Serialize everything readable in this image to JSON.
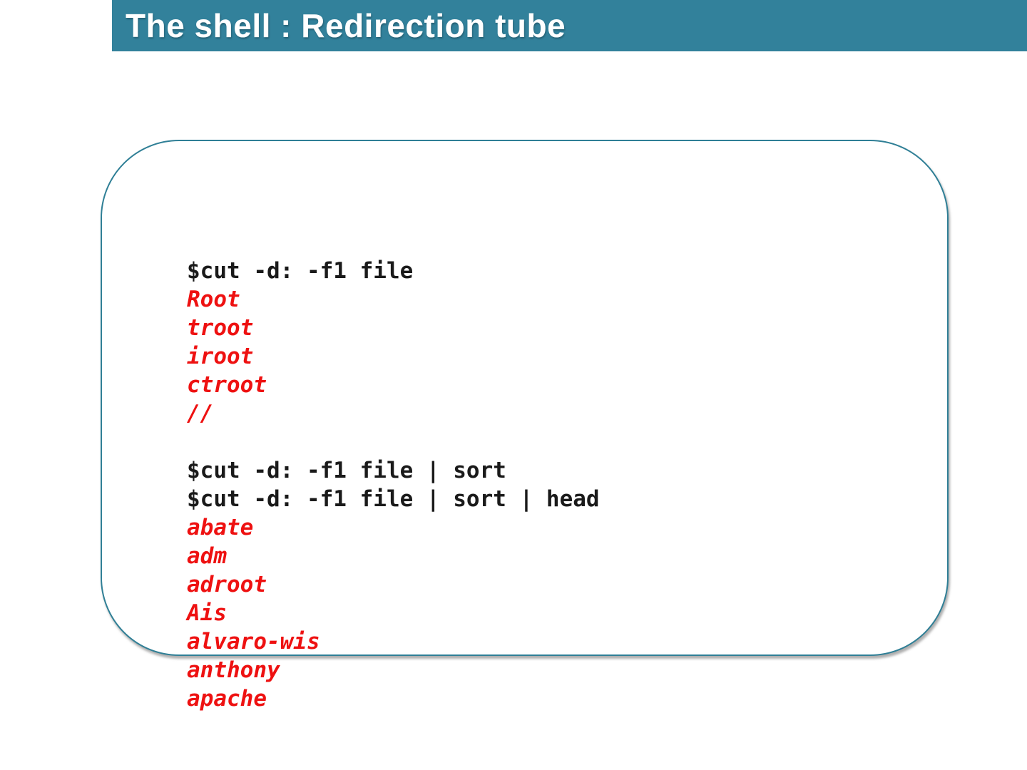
{
  "slide": {
    "title": "The shell : Redirection tube"
  },
  "colors": {
    "header_bg": "#32819b",
    "header_text": "#ffffff",
    "box_border": "#2f7f96",
    "command_text": "#1a1a1a",
    "output_text": "#ee1111",
    "page_bg": "#ffffff"
  },
  "terminal": {
    "lines": [
      {
        "text": "$cut -d: -f1 file",
        "type": "cmd"
      },
      {
        "text": "Root",
        "type": "out"
      },
      {
        "text": "troot",
        "type": "out"
      },
      {
        "text": "iroot",
        "type": "out"
      },
      {
        "text": "ctroot",
        "type": "out"
      },
      {
        "text": "//",
        "type": "out"
      },
      {
        "text": "",
        "type": "blank"
      },
      {
        "text": "$cut -d: -f1 file | sort",
        "type": "cmd"
      },
      {
        "text": "$cut -d: -f1 file | sort | head",
        "type": "cmd"
      },
      {
        "text": "abate",
        "type": "out"
      },
      {
        "text": "adm",
        "type": "out"
      },
      {
        "text": "adroot",
        "type": "out"
      },
      {
        "text": "Ais",
        "type": "out"
      },
      {
        "text": "alvaro-wis",
        "type": "out"
      },
      {
        "text": "anthony",
        "type": "out"
      },
      {
        "text": "apache",
        "type": "out"
      }
    ]
  }
}
